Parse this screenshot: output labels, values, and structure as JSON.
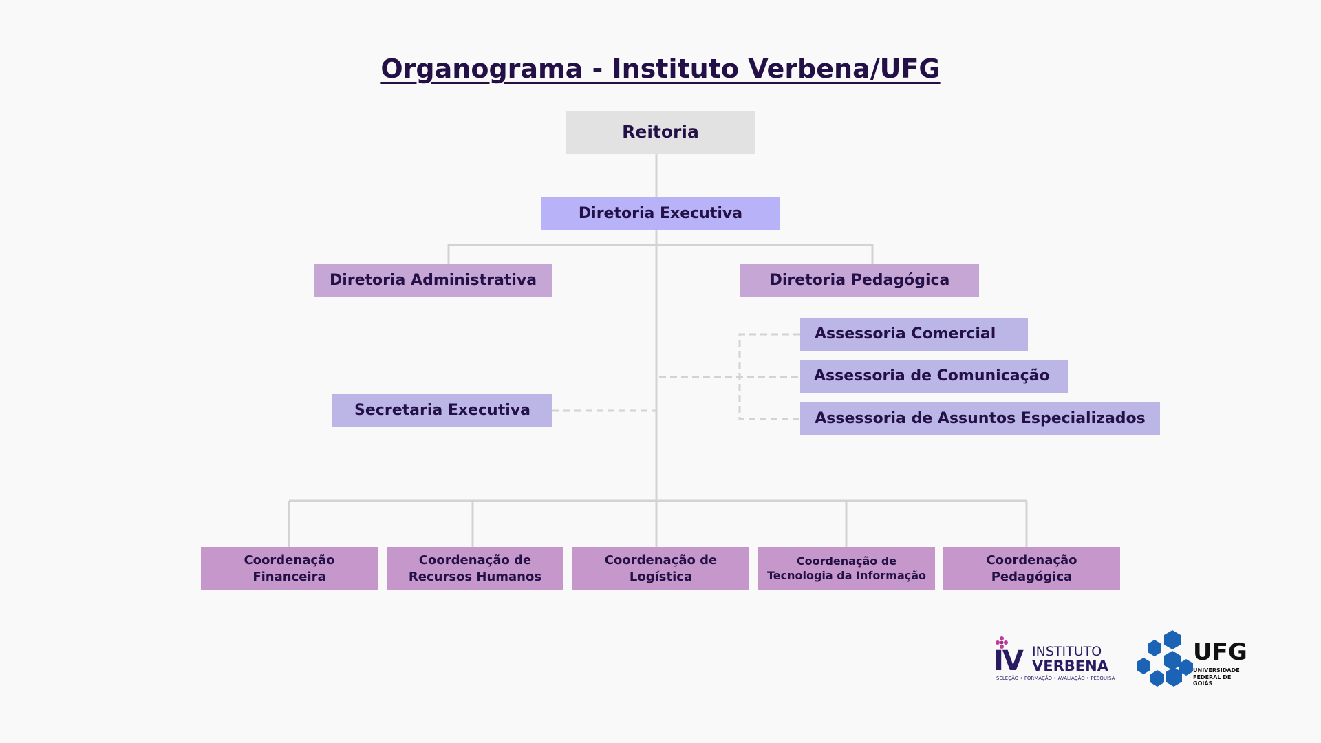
{
  "title": "Organograma - Instituto Verbena/UFG",
  "colors": {
    "top": "#e2e2e2",
    "executive": "#b8b3f8",
    "directorate": "#c6a6d4",
    "secretariat": "#bcb6e6",
    "assessorias": "#bcb6e6",
    "coordinations": "#c597cb",
    "line": "#d3d3d3",
    "text": "#231046"
  },
  "nodes": {
    "reitoria": "Reitoria",
    "diretoria_executiva": "Diretoria Executiva",
    "diretoria_administrativa": "Diretoria Administrativa",
    "diretoria_pedagogica": "Diretoria Pedagógica",
    "secretaria_executiva": "Secretaria Executiva",
    "assessorias": [
      "Assessoria Comercial",
      "Assessoria de Comunicação",
      "Assessoria de Assuntos Especializados"
    ],
    "coordenacoes": [
      [
        "Coordenação",
        "Financeira"
      ],
      [
        "Coordenação de",
        "Recursos Humanos"
      ],
      [
        "Coordenação de",
        "Logística"
      ],
      [
        "Coordenação de",
        "Tecnologia da Informação"
      ],
      [
        "Coordenação",
        "Pedagógica"
      ]
    ]
  },
  "logos": {
    "verbena": {
      "mark": "IV",
      "line1": "INSTITUTO",
      "line2": "VERBENA",
      "tagline": "SELEÇÃO • FORMAÇÃO • AVALIAÇÃO • PESQUISA"
    },
    "ufg": {
      "mark": "UFG",
      "line1": "UNIVERSIDADE",
      "line2": "FEDERAL DE GOIÁS"
    }
  }
}
